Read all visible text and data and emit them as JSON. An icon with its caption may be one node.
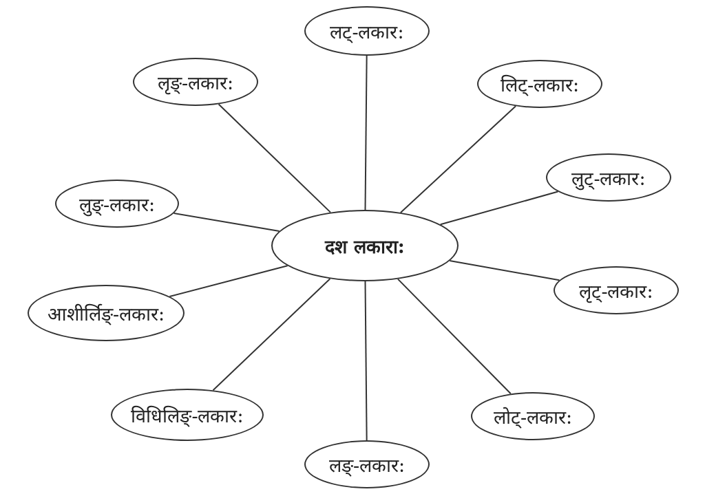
{
  "diagram": {
    "nodes": [
      {
        "text": [
          "दश लकारा:"
        ]
      },
      {
        "text": [
          "लट्-लकार:"
        ]
      },
      {
        "text": [
          "लृङ्-लकार:"
        ]
      },
      {
        "text": [
          "लिट्-लकार:"
        ]
      },
      {
        "text": [
          "लुट्-लकार:"
        ]
      },
      {
        "text": [
          "लुङ्-लकार:"
        ]
      },
      {
        "text": [
          "लृट्-लकार:"
        ]
      },
      {
        "text": [
          "आशीर्लिङ्-लकार:"
        ]
      },
      {
        "text": [
          "विधिलिङ्-लकार:"
        ]
      },
      {
        "text": [
          "लोट्-लकार:"
        ]
      },
      {
        "text": [
          "लङ्-लकार:"
        ]
      }
    ],
    "edges": [
      {
        "from": 0,
        "to": 1,
        "arrow": "none"
      },
      {
        "from": 0,
        "to": 2,
        "arrow": "none"
      },
      {
        "from": 0,
        "to": 3,
        "arrow": "none"
      },
      {
        "from": 0,
        "to": 4,
        "arrow": "none"
      },
      {
        "from": 0,
        "to": 5,
        "arrow": "none"
      },
      {
        "from": 0,
        "to": 6,
        "arrow": "none"
      },
      {
        "from": 0,
        "to": 7,
        "arrow": "none"
      },
      {
        "from": 0,
        "to": 8,
        "arrow": "none"
      },
      {
        "from": 0,
        "to": 9,
        "arrow": "none"
      },
      {
        "from": 0,
        "to": 10,
        "arrow": "none"
      }
    ]
  }
}
